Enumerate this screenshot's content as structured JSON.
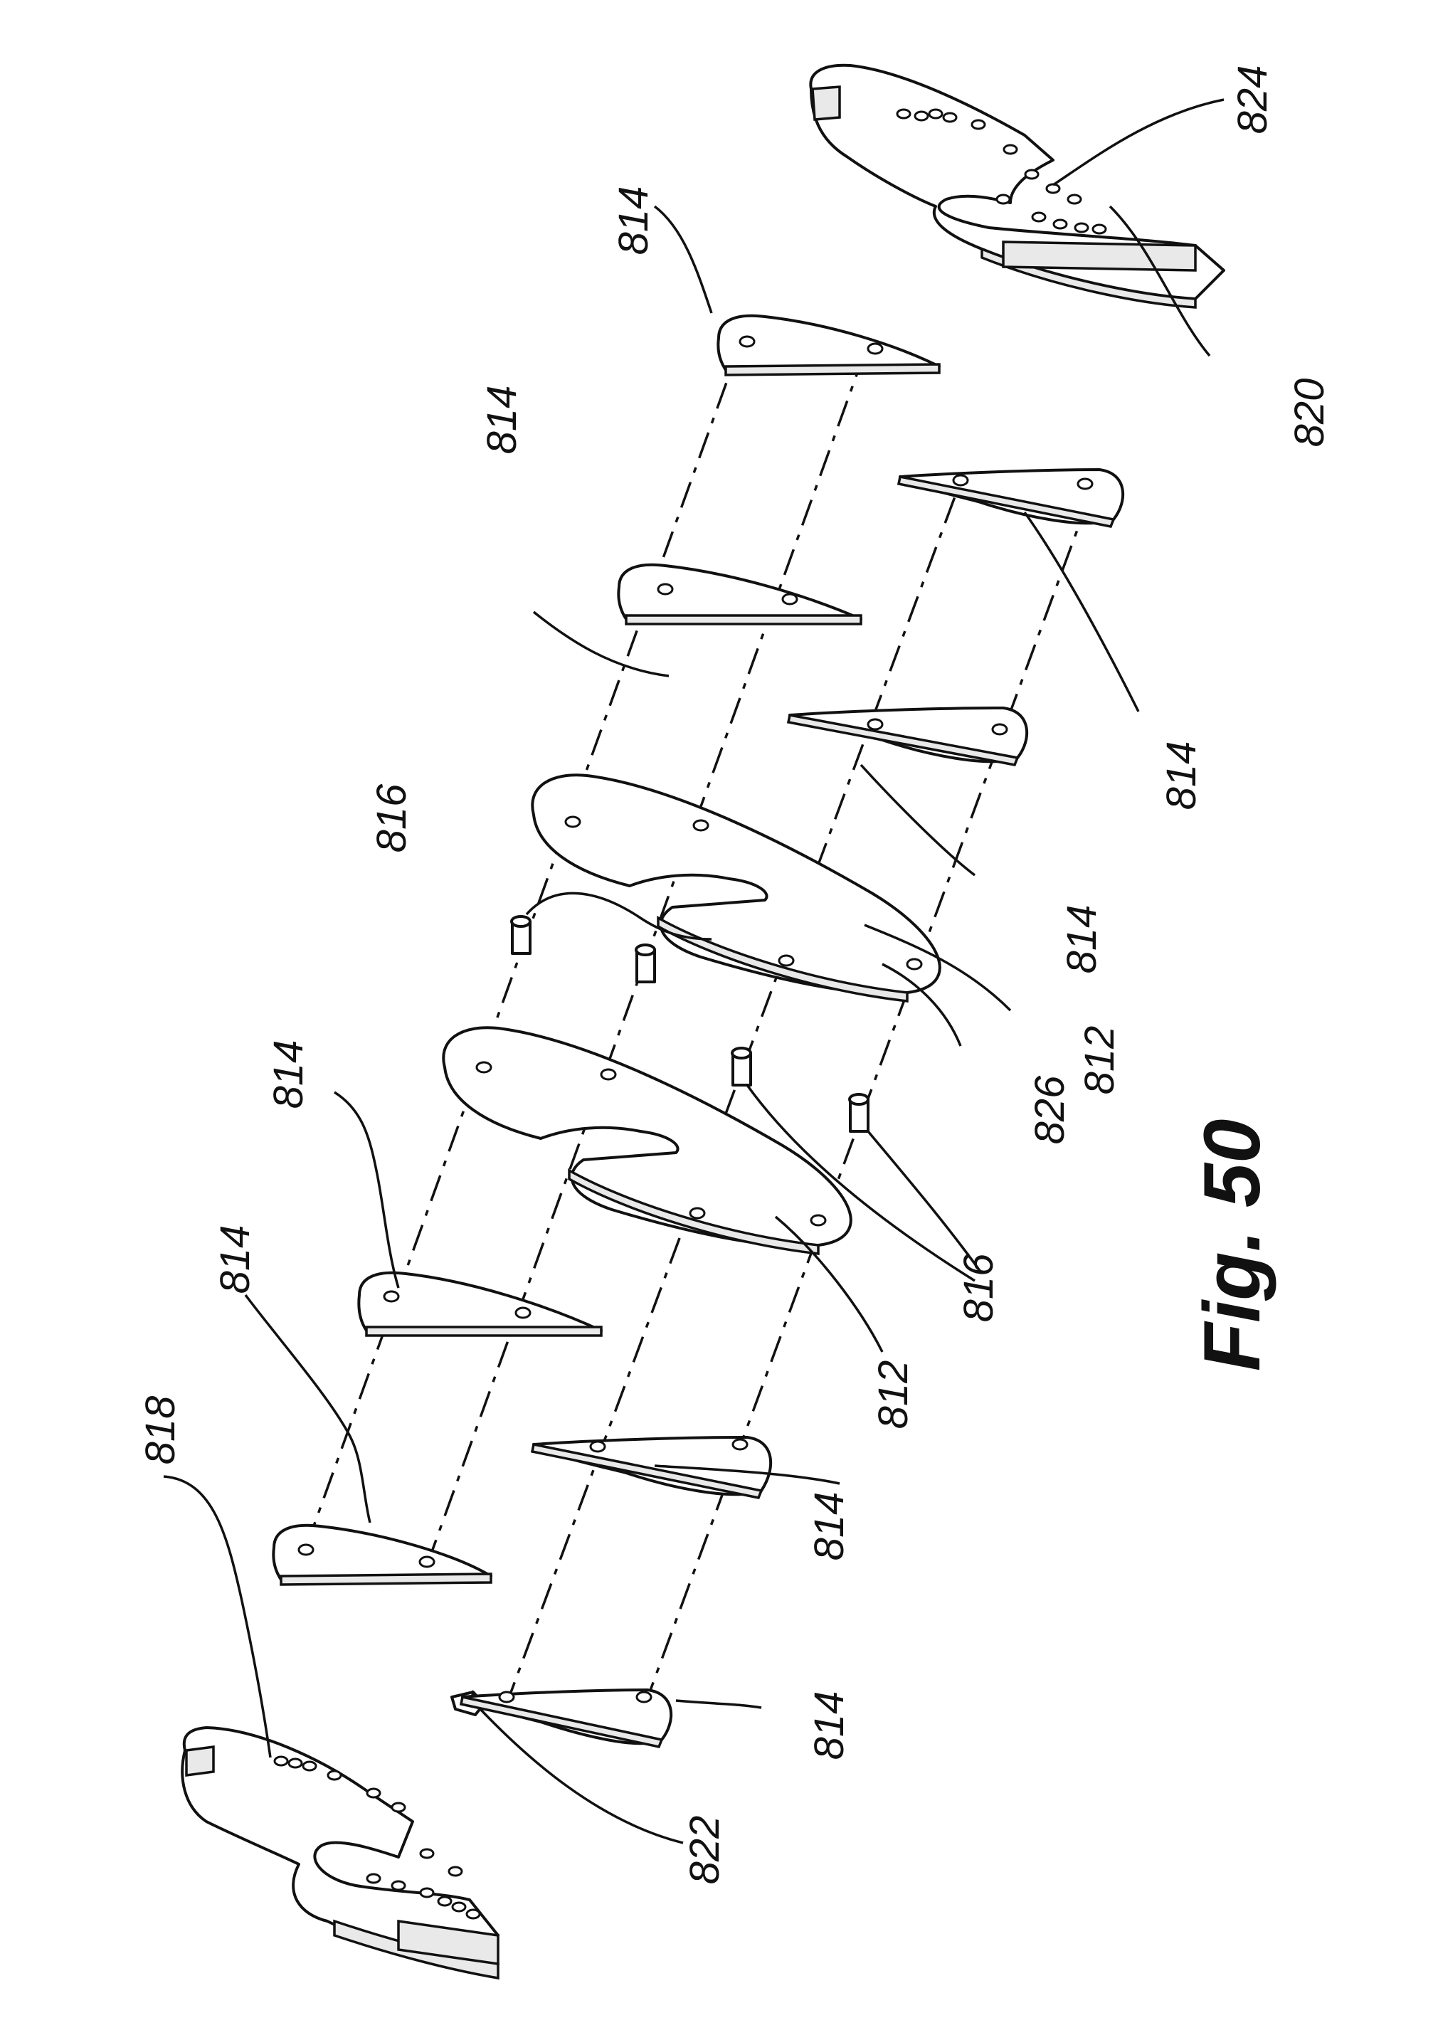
{
  "figure": {
    "caption": "Fig. 50",
    "labels": {
      "l818": "818",
      "l822": "822",
      "l814_a": "814",
      "l814_b": "814",
      "l814_c": "814",
      "l814_d": "814",
      "l814_e": "814",
      "l812_a": "812",
      "l816_a": "816",
      "l816_b": "816",
      "l826": "826",
      "l812_b": "812",
      "l814_f": "814",
      "l814_g": "814",
      "l814_h": "814",
      "l820": "820",
      "l824": "824"
    }
  }
}
